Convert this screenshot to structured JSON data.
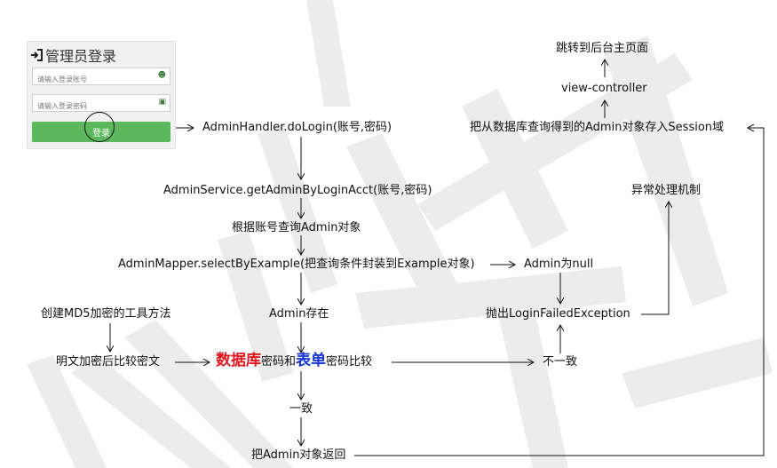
{
  "login_panel": {
    "title": "管理员登录",
    "account_placeholder": "请输入登录账号",
    "password_placeholder": "请输入登录密码",
    "button_label": "登录",
    "title_icon": "sign-in-icon",
    "account_icon": "user-icon",
    "password_icon": "lock-icon",
    "button_color": "#5cb85c"
  },
  "nodes": {
    "do_login": "AdminHandler.doLogin(账号,密码)",
    "get_admin": "AdminService.getAdminByLoginAcct(账号,密码)",
    "query_by_account": "根据账号查询Admin对象",
    "select_by_example": "AdminMapper.selectByExample(把查询条件封装到Example对象)",
    "admin_null": "Admin为null",
    "create_md5": "创建MD5加密的工具方法",
    "admin_exists": "Admin存在",
    "throw_exception": "抛出LoginFailedException",
    "plain_encrypt": "明文加密后比较密文",
    "compare_db": "数据库",
    "compare_mid": "密码和",
    "compare_form": "表单",
    "compare_end": "密码比较",
    "mismatch": "不一致",
    "match": "一致",
    "return_admin": "把Admin对象返回",
    "exception_mechanism": "异常处理机制",
    "store_session": "把从数据库查询得到的Admin对象存入Session域",
    "view_controller": "view-controller",
    "redirect_main": "跳转到后台主页面"
  },
  "colors": {
    "highlight_red": "#e8141c",
    "highlight_blue": "#1432d8",
    "watermark": "#ececec"
  }
}
